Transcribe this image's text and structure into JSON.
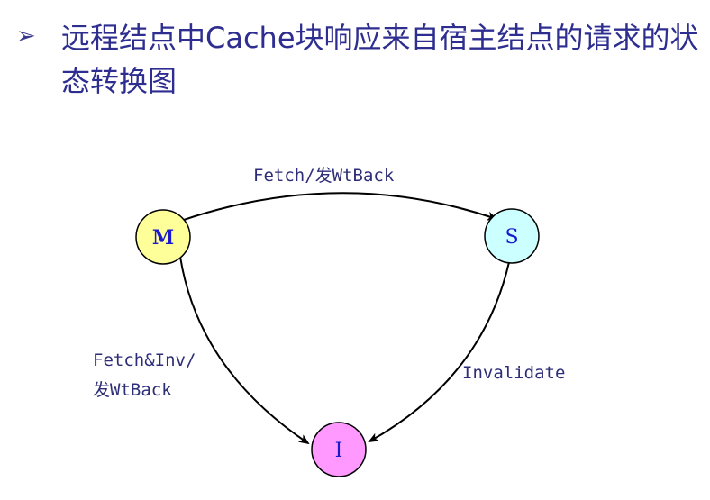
{
  "slide": {
    "bullet": "➢",
    "title": "远程结点中Cache块响应来自宿主结点的请求的状态转换图"
  },
  "diagram": {
    "nodes": [
      {
        "id": "M",
        "label": "M",
        "fill": "#ffff99"
      },
      {
        "id": "S",
        "label": "S",
        "fill": "#ccffff"
      },
      {
        "id": "I",
        "label": "I",
        "fill": "#ff99ff"
      }
    ],
    "edges": [
      {
        "from": "M",
        "to": "S",
        "label_lines": [
          "Fetch/发WtBack"
        ]
      },
      {
        "from": "M",
        "to": "I",
        "label_lines": [
          "Fetch&Inv/",
          "发WtBack"
        ]
      },
      {
        "from": "S",
        "to": "I",
        "label_lines": [
          "Invalidate"
        ]
      }
    ]
  }
}
